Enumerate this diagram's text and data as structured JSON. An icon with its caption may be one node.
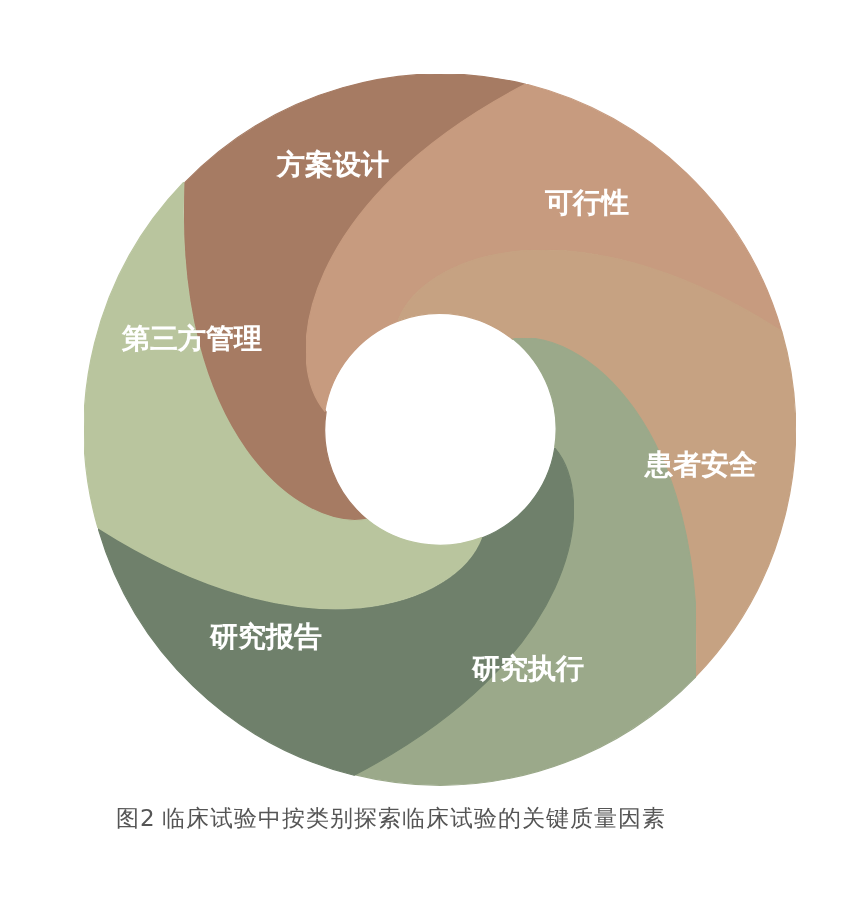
{
  "diagram": {
    "caption": "图2 临床试验中按类别探索临床试验的关键质量因素",
    "nodes": [
      {
        "text": [
          "方案设计"
        ]
      },
      {
        "text": [
          "可行性"
        ]
      },
      {
        "text": [
          "患者安全"
        ]
      },
      {
        "text": [
          "研究执行"
        ]
      },
      {
        "text": [
          "研究报告"
        ]
      },
      {
        "text": [
          "第三方管理"
        ]
      }
    ]
  }
}
